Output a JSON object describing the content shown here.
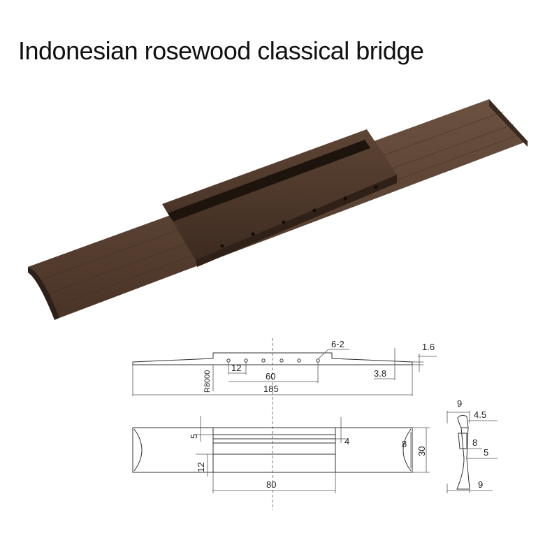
{
  "title": "Indonesian rosewood classical bridge",
  "colors": {
    "wood_dark": "#3b2a1f",
    "wood_mid": "#5a4232",
    "wood_light": "#6b5140",
    "line": "#333333"
  },
  "drawing": {
    "side_view": {
      "holes_label": "6-2",
      "hole_spacing": "12",
      "span": "60",
      "length": "185",
      "radius": "R8000",
      "edge_height": "3.8",
      "top_thickness": "1.6"
    },
    "top_view": {
      "slot_offset": "5",
      "slot_width": "4",
      "tie_block_width": "12",
      "tie_block_length": "80",
      "wing_depth": "8",
      "width": "30"
    },
    "profile_view": {
      "top_width": "9",
      "slot_depth": "4.5",
      "block_height": "8",
      "base_height": "5",
      "bottom_width": "9"
    }
  }
}
